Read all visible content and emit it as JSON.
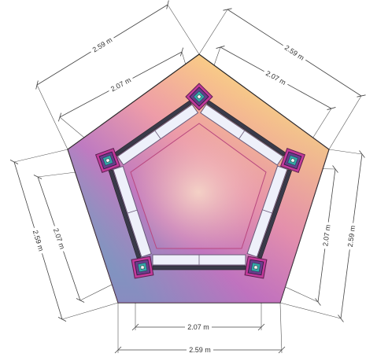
{
  "drawing": {
    "outer_dimension_label": "2.59 m",
    "inner_dimension_label": "2.07 m",
    "sides": 5
  },
  "palette": {
    "outline": "#222222",
    "bench_fill": "#eef0fa",
    "bench_edge": "#6b5a7a",
    "post_outer": "#c23a9a",
    "post_mid": "#6a3c8c",
    "post_inner": "#35a7a8",
    "dimension_line": "#444444",
    "gradient": [
      "#f6e07a",
      "#f6b38e",
      "#e78aa8",
      "#b86fc4",
      "#6ac6d6",
      "#3fb6c8"
    ]
  }
}
